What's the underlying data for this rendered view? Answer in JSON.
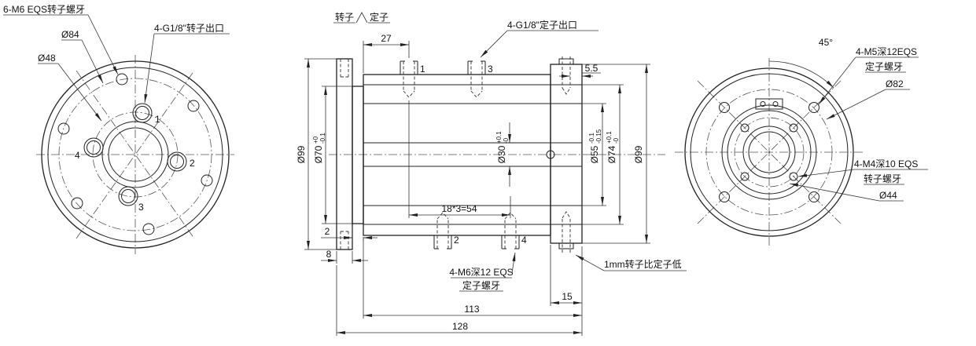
{
  "colors": {
    "background": "#ffffff",
    "line": "#222222"
  },
  "left_view": {
    "label_rotor_thread": "6-M6 EQS转子螺牙",
    "dia_84": "Ø84",
    "dia_48": "Ø48",
    "label_rotor_outlet": "4-G1/8\"转子出口",
    "port_1": "1",
    "port_2": "2",
    "port_3": "3",
    "port_4": "4"
  },
  "section_view": {
    "rotor": "转子",
    "stator": "定子",
    "dim_27": "27",
    "label_stator_outlet": "4-G1/8\"定子出口",
    "dim_5_5": "5.5",
    "dia_99_left": "Ø99",
    "dia_70": "Ø70",
    "dia_70_sup": "+0",
    "dia_70_sub": "-0.1",
    "dia_30": "Ø30",
    "dia_30_sup": "+0.1",
    "dia_30_sub": "-0",
    "dia_55": "Ø55",
    "dia_55_sup": "-0.1",
    "dia_55_sub": "-0.15",
    "dia_74": "Ø74",
    "dia_74_sup": "+0.1",
    "dia_74_sub": "-0",
    "dia_99_right": "Ø99",
    "dim_pitch": "18*3=54",
    "dim_2": "2",
    "dim_8": "8",
    "label_stator_thread_1": "4-M6深12 EQS",
    "label_stator_thread_2": "定子螺牙",
    "note_offset": "1mm转子比定子低",
    "dim_15": "15",
    "dim_113": "113",
    "dim_128": "128",
    "port_1": "1",
    "port_2": "2",
    "port_3": "3",
    "port_4": "4"
  },
  "right_view": {
    "dim_45": "45°",
    "label_stator_thread_1": "4-M5深12EQS",
    "label_stator_thread_2": "定子螺牙",
    "dia_82": "Ø82",
    "label_rotor_thread_1": "4-M4深10 EQS",
    "label_rotor_thread_2": "转子螺牙",
    "dia_44": "Ø44"
  }
}
